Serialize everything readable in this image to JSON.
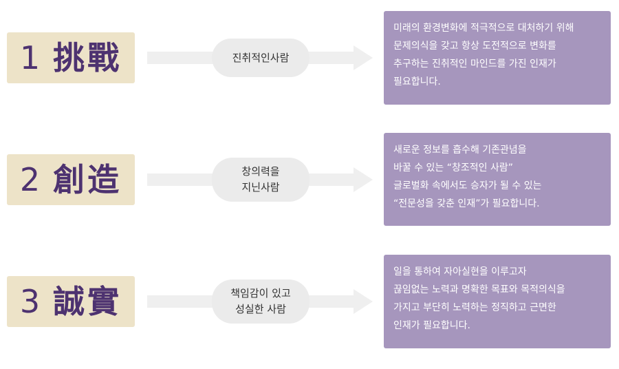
{
  "rows": [
    {
      "number": "1",
      "hanja": "挑戰",
      "pill_lines": [
        "진취적인사람"
      ],
      "desc_lines": [
        "미래의 환경변화에 적극적으로 대처하기 위해",
        "문제의식을 갖고 항상 도전적으로 변화를",
        "추구하는 진취적인 마인드를 가진 인재가",
        "필요합니다."
      ]
    },
    {
      "number": "2",
      "hanja": "創造",
      "pill_lines": [
        "창의력을",
        "지닌사람"
      ],
      "desc_lines": [
        "새로운 정보를 흡수해 기존관념을",
        "바꿀 수 있는 “창조적인 사람”",
        "글로벌화 속에서도 승자가 될 수 있는",
        "“전문성을 갖춘 인재”가 필요합니다."
      ]
    },
    {
      "number": "3",
      "hanja": "誠實",
      "pill_lines": [
        "책임감이 있고",
        "성실한 사람"
      ],
      "desc_lines": [
        "일을 통하여 자아실현을 이루고자",
        "끊임없는 노력과 명확한 목표와 목적의식을",
        "가지고 부단히 노력하는 정직하고 근면한",
        "인재가 필요합니다."
      ]
    }
  ],
  "colors": {
    "label_bg": "#ede3c8",
    "label_text": "#4d3270",
    "arrow": "#efefef",
    "pill_bg": "#ebebeb",
    "desc_bg": "#a696bd",
    "desc_text": "#ffffff"
  }
}
